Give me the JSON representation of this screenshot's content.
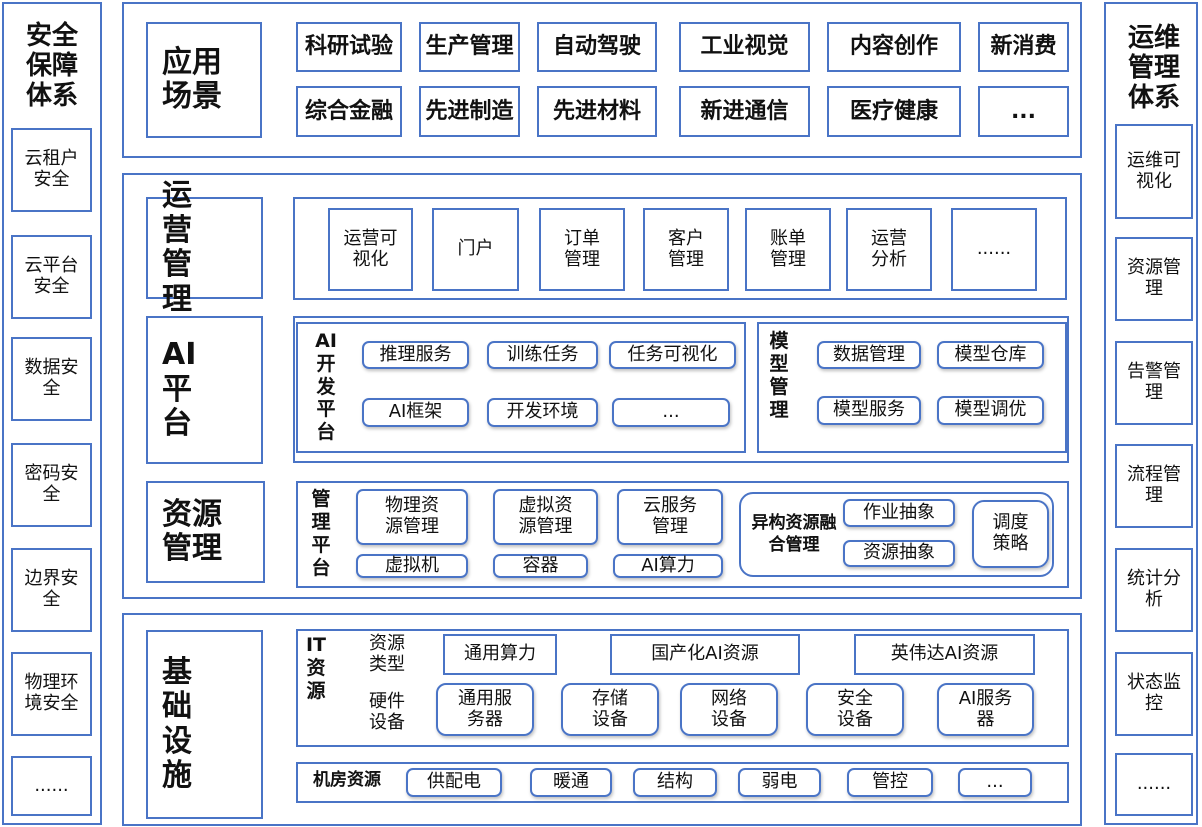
{
  "security": {
    "title": "安全保障体系",
    "items": [
      "云租户安全",
      "云平台安全",
      "数据安全",
      "密码安全",
      "边界安全",
      "物理环境安全",
      "......"
    ]
  },
  "ops": {
    "title": "运维管理体系",
    "items": [
      "运维可视化",
      "资源管理",
      "告警管理",
      "流程管理",
      "统计分析",
      "状态监控",
      "......"
    ]
  },
  "app": {
    "label": "应用场景",
    "items": [
      "科研试验",
      "生产管理",
      "自动驾驶",
      "工业视觉",
      "内容创作",
      "新消费",
      "综合金融",
      "先进制造",
      "先进材料",
      "新进通信",
      "医疗健康",
      "..."
    ]
  },
  "operation": {
    "label": "运营管理",
    "items": [
      "运营可视化",
      "门户",
      "订单管理",
      "客户管理",
      "账单管理",
      "运营分析",
      "......"
    ]
  },
  "ai": {
    "label": "AI平台",
    "dev": {
      "label": "AI开发平台",
      "items": [
        "推理服务",
        "训练任务",
        "任务可视化",
        "AI框架",
        "开发环境",
        "..."
      ]
    },
    "model": {
      "label": "模型管理",
      "items": [
        "数据管理",
        "模型仓库",
        "模型服务",
        "模型调优"
      ]
    }
  },
  "resource": {
    "label": "资源管理",
    "platform": {
      "label": "管理平台",
      "items": [
        "物理资源管理",
        "虚拟资源管理",
        "云服务管理",
        "虚拟机",
        "容器",
        "AI算力"
      ]
    },
    "hetero": {
      "label": "异构资源融合管理",
      "items": [
        "作业抽象",
        "资源抽象",
        "调度策略"
      ]
    }
  },
  "infra": {
    "label": "基础设施",
    "it": {
      "label": "IT资源",
      "type_label": "资源类型",
      "types": [
        "通用算力",
        "国产化AI资源",
        "英伟达AI资源"
      ],
      "hw_label": "硬件设备",
      "hw": [
        "通用服务器",
        "存储设备",
        "网络设备",
        "安全设备",
        "AI服务器"
      ]
    },
    "room": {
      "label": "机房资源",
      "items": [
        "供配电",
        "暖通",
        "结构",
        "弱电",
        "管控",
        "..."
      ]
    }
  }
}
